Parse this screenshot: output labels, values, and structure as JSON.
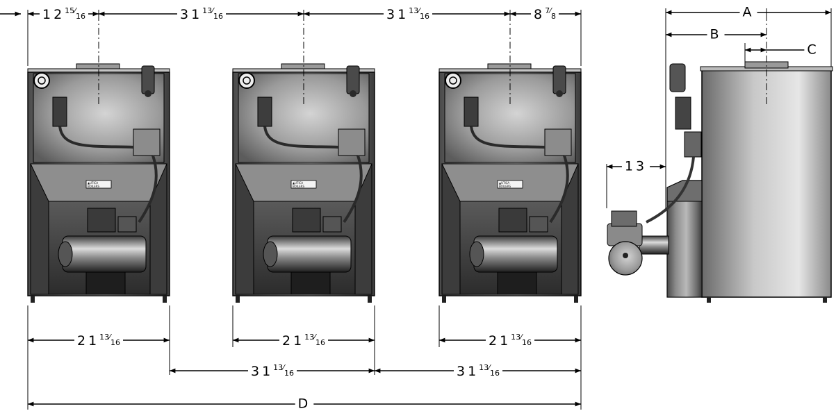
{
  "colors": {
    "line": "#000000",
    "boiler_dark": "#2b2b2b",
    "boiler_mid": "#7a7a7a",
    "boiler_light": "#d9d9d9",
    "background": "#ffffff"
  },
  "front_views": [
    {
      "name": "boiler-1",
      "badge_line1": "▲UTICA",
      "badge_line2": "BOILERS"
    },
    {
      "name": "boiler-2",
      "badge_line1": "▲UTICA",
      "badge_line2": "BOILERS"
    },
    {
      "name": "boiler-3",
      "badge_line1": "▲UTICA",
      "badge_line2": "BOILERS"
    }
  ],
  "dimensions": {
    "top_left_offset": {
      "whole": "12",
      "num": "15",
      "den": "16"
    },
    "top_spacing_1": {
      "whole": "31",
      "num": "13",
      "den": "16"
    },
    "top_spacing_2": {
      "whole": "31",
      "num": "13",
      "den": "16"
    },
    "top_right_offset": {
      "whole": "8",
      "num": "7",
      "den": "8"
    },
    "width_1": {
      "whole": "21",
      "num": "13",
      "den": "16"
    },
    "width_2": {
      "whole": "21",
      "num": "13",
      "den": "16"
    },
    "width_3": {
      "whole": "21",
      "num": "13",
      "den": "16"
    },
    "bottom_spacing_1": {
      "whole": "31",
      "num": "13",
      "den": "16"
    },
    "bottom_spacing_2": {
      "whole": "31",
      "num": "13",
      "den": "16"
    },
    "overall": "D",
    "side_a": "A",
    "side_b": "B",
    "side_c": "C",
    "burner_projection": "13"
  }
}
